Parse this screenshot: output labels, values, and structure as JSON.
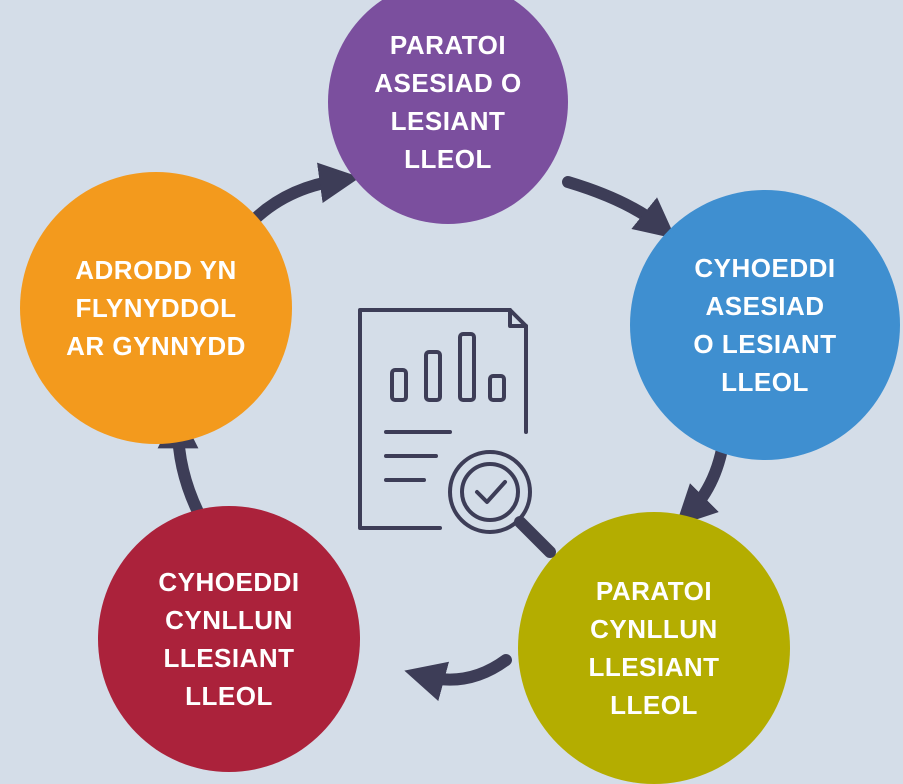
{
  "colors": {
    "background": "#d4dde8",
    "arrow": "#3d3d57",
    "icon": "#3d3d57"
  },
  "center_icon": "report-magnifier-icon",
  "steps": [
    {
      "id": "top",
      "lines": [
        "PARATOI",
        "ASESIAD O",
        "LESIANT",
        "LLEOL"
      ],
      "color": "#7b4f9e"
    },
    {
      "id": "right",
      "lines": [
        "CYHOEDDI",
        "ASESIAD",
        "O LESIANT",
        "LLEOL"
      ],
      "color": "#3f8fd0"
    },
    {
      "id": "bottom-right",
      "lines": [
        "PARATOI",
        "CYNLLUN",
        "LLESIANT",
        "LLEOL"
      ],
      "color": "#b4ad00"
    },
    {
      "id": "bottom-left",
      "lines": [
        "CYHOEDDI",
        "CYNLLUN",
        "LLESIANT",
        "LLEOL"
      ],
      "color": "#ab223b"
    },
    {
      "id": "left",
      "lines": [
        "ADRODD YN",
        "FLYNYDDOL",
        "AR GYNNYDD"
      ],
      "color": "#f39a1d"
    }
  ]
}
